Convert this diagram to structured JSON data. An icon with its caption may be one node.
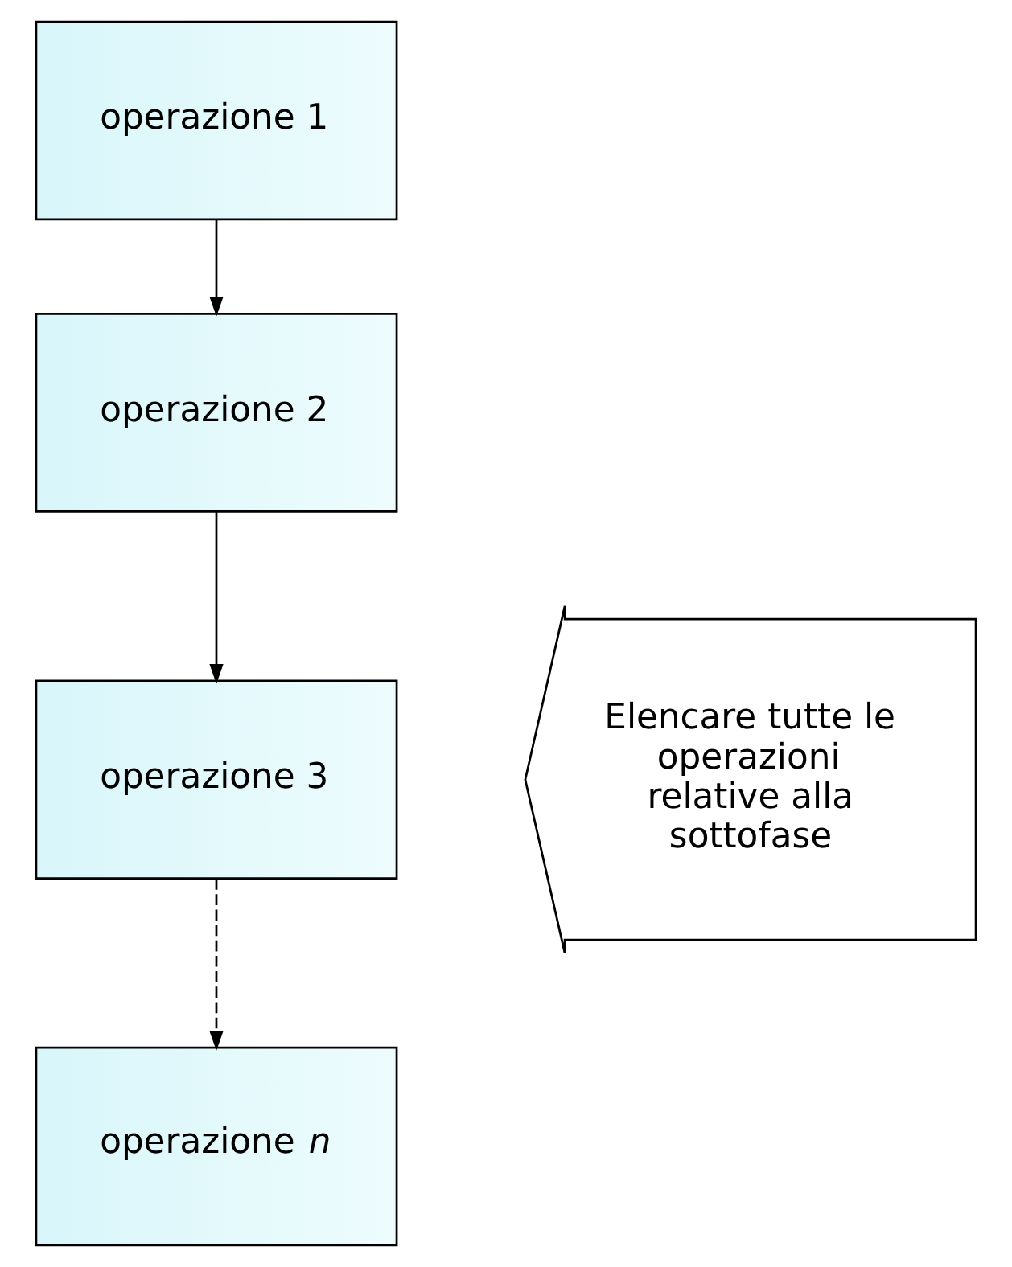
{
  "diagram": {
    "nodes": [
      {
        "text": [
          "operazione 1"
        ]
      },
      {
        "text": [
          "operazione 2"
        ]
      },
      {
        "text": [
          "operazione 3"
        ]
      },
      {
        "text": [
          "operazione *n*"
        ]
      },
      {
        "text": [
          "Elencare tutte le operazioni relative alla sottofase"
        ]
      }
    ],
    "edges": [
      {
        "from": 0,
        "to": 1,
        "arrow": "to"
      },
      {
        "from": 1,
        "to": 2,
        "arrow": "to"
      },
      {
        "from": 2,
        "to": 3,
        "arrow": "to",
        "style": "dashed"
      }
    ]
  }
}
